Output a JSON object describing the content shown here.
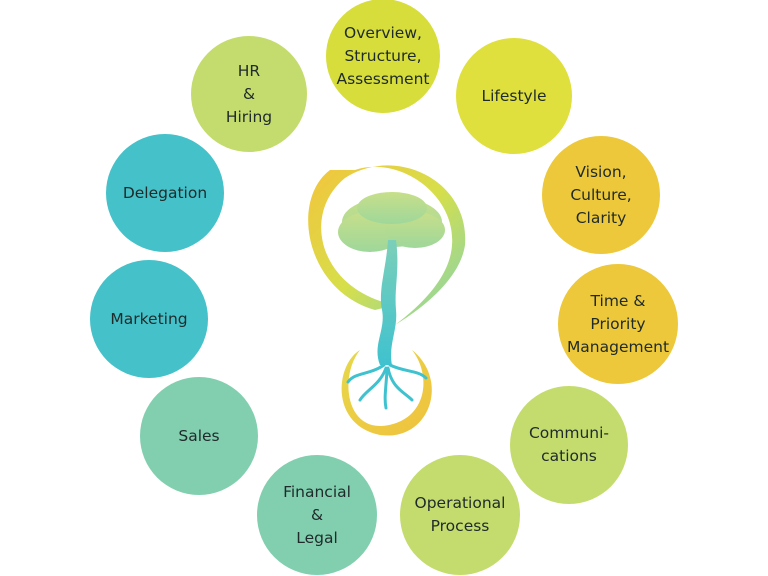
{
  "diagram": {
    "nodes": [
      {
        "id": "overview",
        "label": "Overview,\nStructure,\nAssessment",
        "color": "#d7dd3b"
      },
      {
        "id": "lifestyle",
        "label": "Lifestyle",
        "color": "#dfe03d"
      },
      {
        "id": "vision",
        "label": "Vision,\nCulture,\nClarity",
        "color": "#ecc83a"
      },
      {
        "id": "time",
        "label": "Time &\nPriority\nManagement",
        "color": "#ecc83a"
      },
      {
        "id": "communications",
        "label": "Communi-\ncations",
        "color": "#c4dc6e"
      },
      {
        "id": "operational",
        "label": "Operational\nProcess",
        "color": "#c4dc6e"
      },
      {
        "id": "financial",
        "label": "Financial\n&\nLegal",
        "color": "#82cfb0"
      },
      {
        "id": "sales",
        "label": "Sales",
        "color": "#82cfb0"
      },
      {
        "id": "marketing",
        "label": "Marketing",
        "color": "#45c1c9"
      },
      {
        "id": "delegation",
        "label": "Delegation",
        "color": "#45c1c9"
      },
      {
        "id": "hr",
        "label": "HR\n&\nHiring",
        "color": "#c4dc6e"
      }
    ]
  }
}
